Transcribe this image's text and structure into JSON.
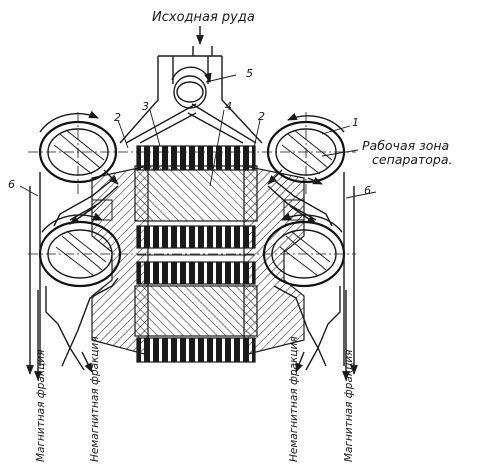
{
  "labels": {
    "feed": "Исходная руда",
    "work_zone_1": "Рабочая зона",
    "work_zone_2": "сепаратора.",
    "magnetic_left": "Магнитная фракция",
    "nonmagnetic_left": "Немагнитная фракция",
    "nonmagnetic_right": "Немагнитная фракция",
    "magnetic_right": "Магнитная фракция"
  },
  "numbers": {
    "n1": "1",
    "n2_left": "2",
    "n2_right": "2",
    "n3": "3",
    "n4": "4",
    "n5": "5",
    "n6_left": "6",
    "n6_right": "6"
  },
  "colors": {
    "ink": "#1a1a1a",
    "paper": "#ffffff"
  }
}
